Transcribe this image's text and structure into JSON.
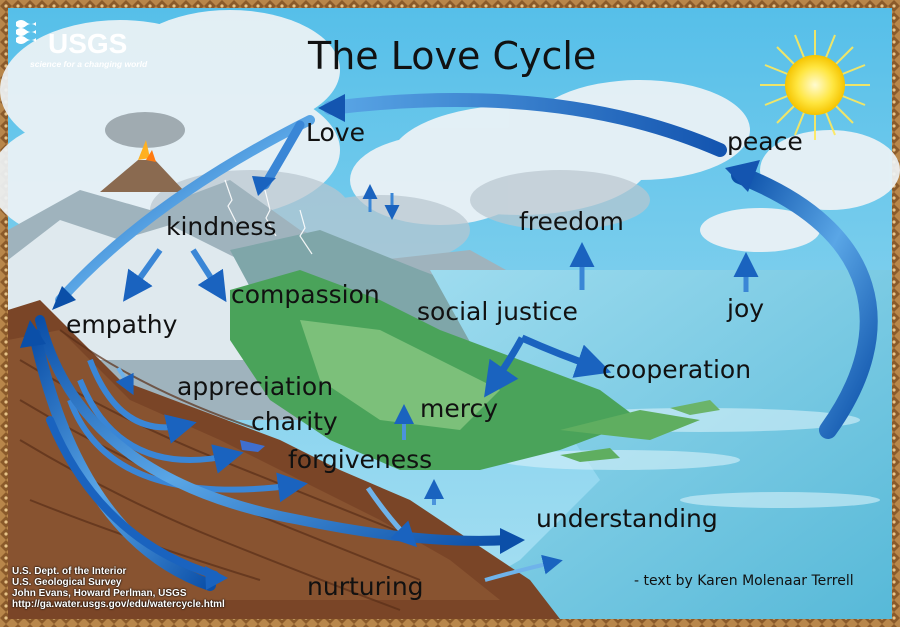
{
  "title": "The Love Cycle",
  "logo": {
    "name": "USGS",
    "tagline": "science for a changing world"
  },
  "labels": {
    "love": "Love",
    "kindness": "kindness",
    "compassion": "compassion",
    "empathy": "empathy",
    "appreciation": "appreciation",
    "charity": "charity",
    "forgiveness": "forgiveness",
    "mercy": "mercy",
    "social_justice": "social justice",
    "freedom": "freedom",
    "cooperation": "cooperation",
    "joy": "joy",
    "peace": "peace",
    "understanding": "understanding",
    "nurturing": "nurturing"
  },
  "credits": [
    "U.S. Dept. of the Interior",
    "U.S. Geological Survey",
    "John Evans, Howard Perlman, USGS",
    "http://ga.water.usgs.gov/edu/watercycle.html"
  ],
  "attribution": "- text by Karen Molenaar Terrell",
  "colors": {
    "sky": "#6ec9ea",
    "ocean": "#7fd3e8",
    "land_green": "#3f9a4a",
    "earth_brown": "#7a4527",
    "arrow_blue": "#1f6fc4",
    "frame": "#b07a3a"
  }
}
